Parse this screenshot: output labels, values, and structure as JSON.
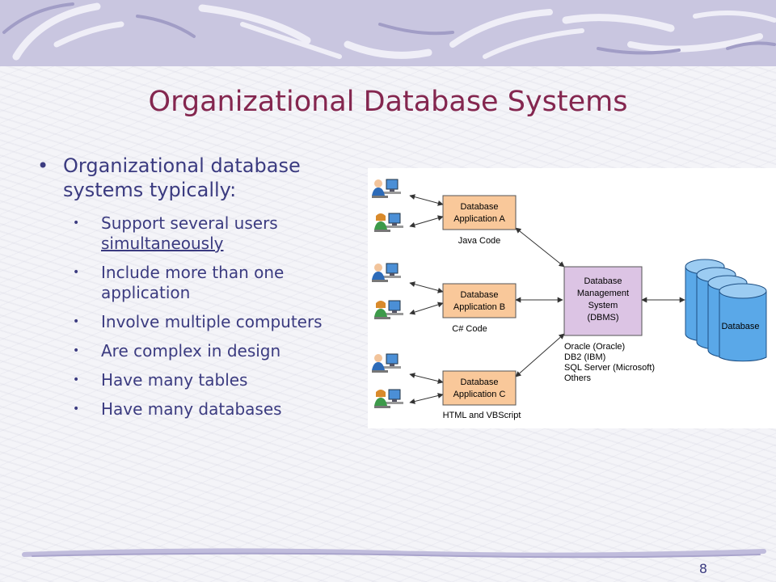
{
  "slide": {
    "title": "Organizational Database Systems",
    "page_number": "8"
  },
  "bullets": {
    "main": "Organizational database systems typically:",
    "items": [
      {
        "text": "Support several users ",
        "underlined": "simultaneously"
      },
      {
        "text": "Include more than one application"
      },
      {
        "text": "Involve multiple computers"
      },
      {
        "text": "Are complex in design"
      },
      {
        "text": "Have many tables"
      },
      {
        "text": "Have many databases"
      }
    ]
  },
  "diagram": {
    "apps": [
      {
        "line1": "Database",
        "line2": "Application A",
        "code": "Java Code"
      },
      {
        "line1": "Database",
        "line2": "Application B",
        "code": "C# Code"
      },
      {
        "line1": "Database",
        "line2": "Application C",
        "code": "HTML and VBScript"
      }
    ],
    "dbms": {
      "lines": [
        "Database",
        "Management",
        "System",
        "(DBMS)"
      ],
      "vendors": [
        "Oracle (Oracle)",
        "DB2 (IBM)",
        "SQL Server (Microsoft)",
        "Others"
      ]
    },
    "database_label": "Database",
    "colors": {
      "app_box": "#f9c89a",
      "dbms_box": "#dcc4e4",
      "cylinder": "#5aa8e8"
    },
    "icons": [
      "user-at-computer-icon",
      "database-cylinder-icon"
    ]
  }
}
